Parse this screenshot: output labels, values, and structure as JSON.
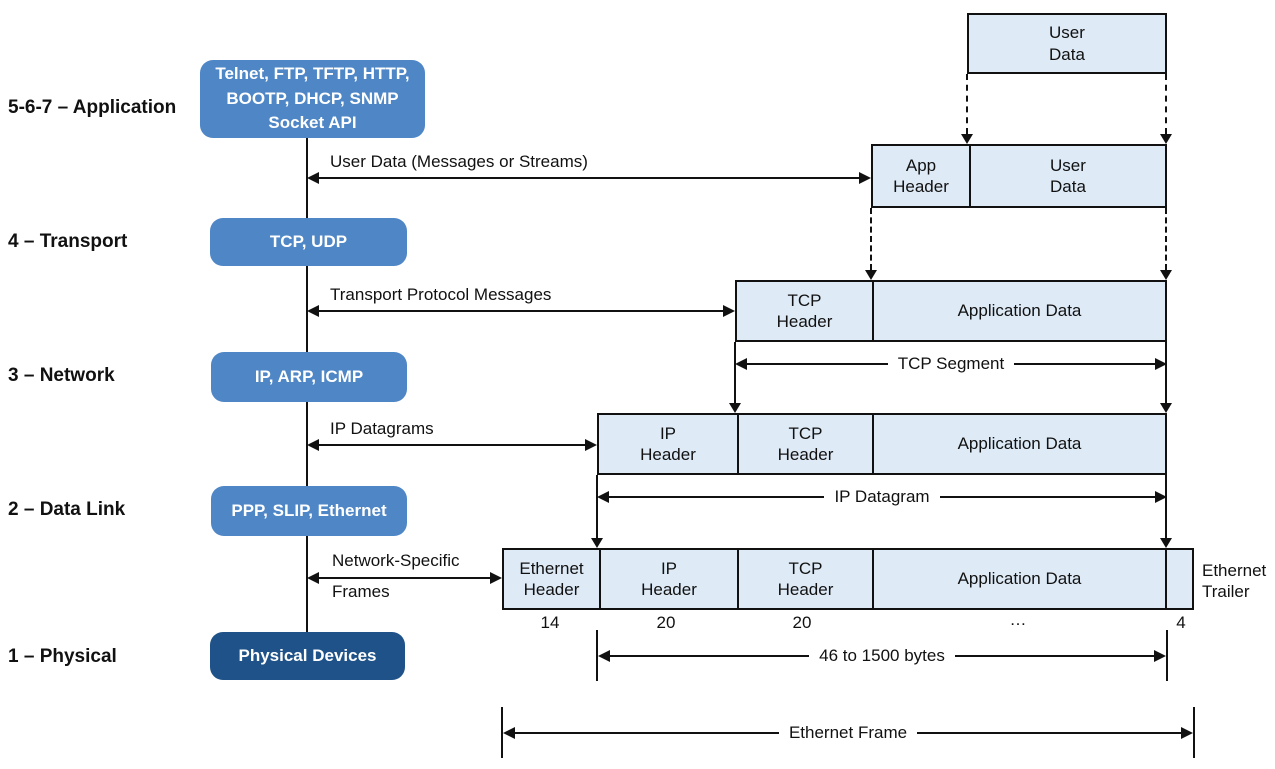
{
  "colors": {
    "accent_blue": "#4E86C6",
    "dark_blue": "#1E5288",
    "cell_fill": "#DEEBF7",
    "line": "#111111"
  },
  "stack": {
    "layers": [
      {
        "label": "5-6-7 – Application",
        "protocols": "Telnet, FTP, TFTP, HTTP,\nBOOTP, DHCP, SNMP\nSocket API"
      },
      {
        "label": "4 – Transport",
        "protocols": "TCP, UDP"
      },
      {
        "label": "3 – Network",
        "protocols": "IP, ARP, ICMP"
      },
      {
        "label": "2 – Data Link",
        "protocols": "PPP, SLIP, Ethernet"
      },
      {
        "label": "1 – Physical",
        "protocols": "Physical Devices"
      }
    ]
  },
  "flow_arrows": {
    "user_data": "User Data (Messages or Streams)",
    "transport": "Transport Protocol Messages",
    "ip": "IP Datagrams",
    "frames_line1": "Network-Specific",
    "frames_line2": "Frames"
  },
  "encapsulation": {
    "rows": [
      {
        "cells": [
          {
            "label": "User\nData"
          }
        ]
      },
      {
        "cells": [
          {
            "label": "App\nHeader"
          },
          {
            "label": "User\nData"
          }
        ]
      },
      {
        "cells": [
          {
            "label": "TCP\nHeader"
          },
          {
            "label": "Application Data"
          }
        ]
      },
      {
        "cells": [
          {
            "label": "IP\nHeader"
          },
          {
            "label": "TCP\nHeader"
          },
          {
            "label": "Application Data"
          }
        ]
      },
      {
        "cells": [
          {
            "label": "Ethernet\nHeader"
          },
          {
            "label": "IP\nHeader"
          },
          {
            "label": "TCP\nHeader"
          },
          {
            "label": "Application Data"
          },
          {
            "label": ""
          }
        ]
      }
    ],
    "trailer_label": "Ethernet\nTrailer",
    "span_arrows": {
      "tcp_segment": "TCP Segment",
      "ip_datagram": "IP Datagram",
      "payload_size": "46 to 1500 bytes",
      "ethernet_frame": "Ethernet Frame"
    },
    "sizes": {
      "ethernet_header": "14",
      "ip_header": "20",
      "tcp_header": "20",
      "application_data": "…",
      "trailer": "4"
    }
  }
}
